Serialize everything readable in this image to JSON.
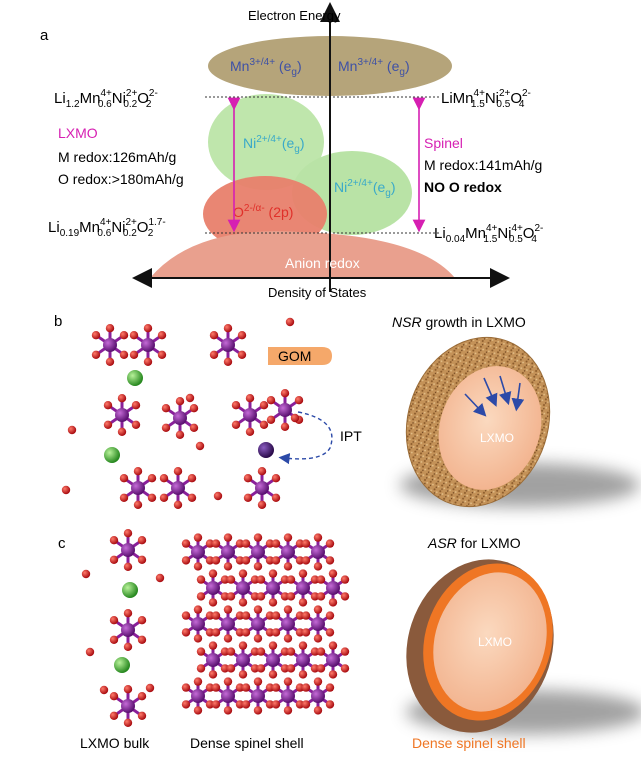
{
  "panel_a": {
    "letter": "a",
    "y_axis_label": "Electron Energy",
    "x_axis_label": "Density of States",
    "mn_band_left": "Mn",
    "mn_band_left_sup": "3+/4+",
    "mn_band_left_tail": " (e",
    "mn_band_left_sub": "g",
    "mn_band_left_close": ")",
    "mn_band_right": "Mn",
    "mn_band_right_sup": "3+/4+",
    "mn_band_right_tail": " (e",
    "mn_band_right_sub": "g",
    "mn_band_right_close": ")",
    "ni_band_left": "Ni",
    "ni_band_left_sup": "2+/4+",
    "ni_band_left_tail": "(e",
    "ni_band_left_sub": "g",
    "ni_band_left_close": ")",
    "ni_band_right": "Ni",
    "ni_band_right_sup": "2+/4+",
    "ni_band_right_tail": "(e",
    "ni_band_right_sub": "g",
    "ni_band_right_close": ")",
    "o_band": "O",
    "o_band_sup": "2-/α-",
    "o_band_tail": " (2p)",
    "anion_band": "Anion redox",
    "lxmo_label": "LXMO",
    "lxmo_m_redox": "M redox:126mAh/g",
    "lxmo_o_redox": "O redox:>180mAh/g",
    "spinel_label": "Spinel",
    "spinel_m_redox": "M redox:141mAh/g",
    "spinel_o_redox": "NO O redox",
    "formula_top_left": {
      "p1": "Li",
      "s1": "1.2",
      "p2": "Mn",
      "u2": "4+",
      "s2": "0.6",
      "p3": "Ni",
      "u3": "2+",
      "s3": "0.2",
      "p4": "O",
      "u4": "2-",
      "s4": "2"
    },
    "formula_top_right": {
      "p1": "LiMn",
      "u2": "4+",
      "s2": "1.5",
      "p3": "Ni",
      "u3": "2+",
      "s3": "0.5",
      "p4": "O",
      "u4": "2-",
      "s4": "4"
    },
    "formula_bottom_left": {
      "p1": "Li",
      "s1": "0.19",
      "p2": "Mn",
      "u2": "4+",
      "s2": "0.6",
      "p3": "Ni",
      "u3": "2+",
      "s3": "0.2",
      "p4": "O",
      "u4": "1.7-",
      "s4": "2"
    },
    "formula_bottom_right": {
      "p1": "Li",
      "s1": "0.04",
      "p2": "Mn",
      "u2": "4+",
      "s2": "1.5",
      "p3": "Ni",
      "u3": "4+",
      "s3": "0.5",
      "p4": "O",
      "u4": "2-",
      "s4": "4"
    }
  },
  "panel_b": {
    "letter": "b",
    "gom_label": "GOM",
    "ipt_label": "IPT",
    "title_italic": "NSR",
    "title_rest": " growth in LXMO",
    "core_label": "LXMO"
  },
  "panel_c": {
    "letter": "c",
    "title_italic": "ASR",
    "title_rest": " for LXMO",
    "core_label": "LXMO",
    "caption_bulk": "LXMO bulk",
    "caption_shell": "Dense spinel shell",
    "caption_sphere": "Dense spinel shell"
  },
  "colors": {
    "mn_band": "#b5a47a",
    "ni_band": "#b9e3a6",
    "o_band": "#e87a6a",
    "anion_band": "#e9a08e",
    "magenta": "#d61fb2",
    "text_blue": "#4a5fb5",
    "text_cyan": "#3aa9c9",
    "text_red": "#e0302a",
    "atom_purple": "#7b1e8f",
    "atom_red": "#d8141b",
    "atom_green": "#41b53b",
    "shell_orange": "#ef7624",
    "shell_brown": "#b88a56",
    "core_peach": "#f5c2a0"
  }
}
